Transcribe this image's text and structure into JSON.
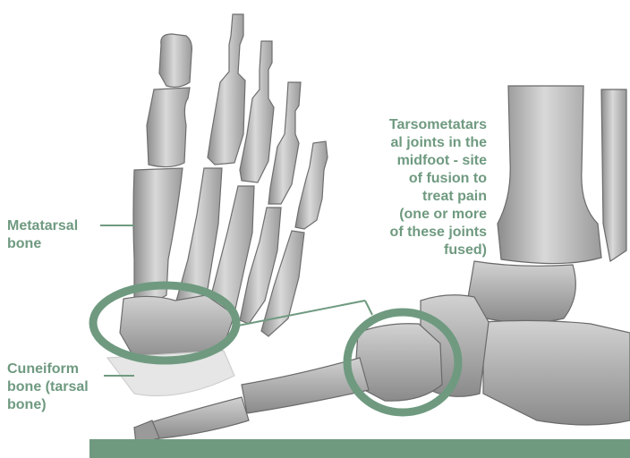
{
  "labels": {
    "metatarsal": [
      "Metatarsal",
      "bone"
    ],
    "cuneiform": [
      "Cuneiform",
      "bone (tarsal",
      "bone)"
    ],
    "tarsometatarsal": [
      "Tarsometatars",
      "al joints in the",
      "midfoot - site",
      "of fusion to",
      "treat pain",
      "(one or more",
      "of these joints",
      "fused)"
    ]
  },
  "colors": {
    "accent": "#6f9a80",
    "bone_light": "#d6d6d6",
    "bone_mid": "#b3b3b3",
    "bone_dark": "#7e7e7e"
  },
  "icons": {
    "top_view": "foot-skeleton-top-view",
    "side_view": "foot-skeleton-side-view"
  }
}
